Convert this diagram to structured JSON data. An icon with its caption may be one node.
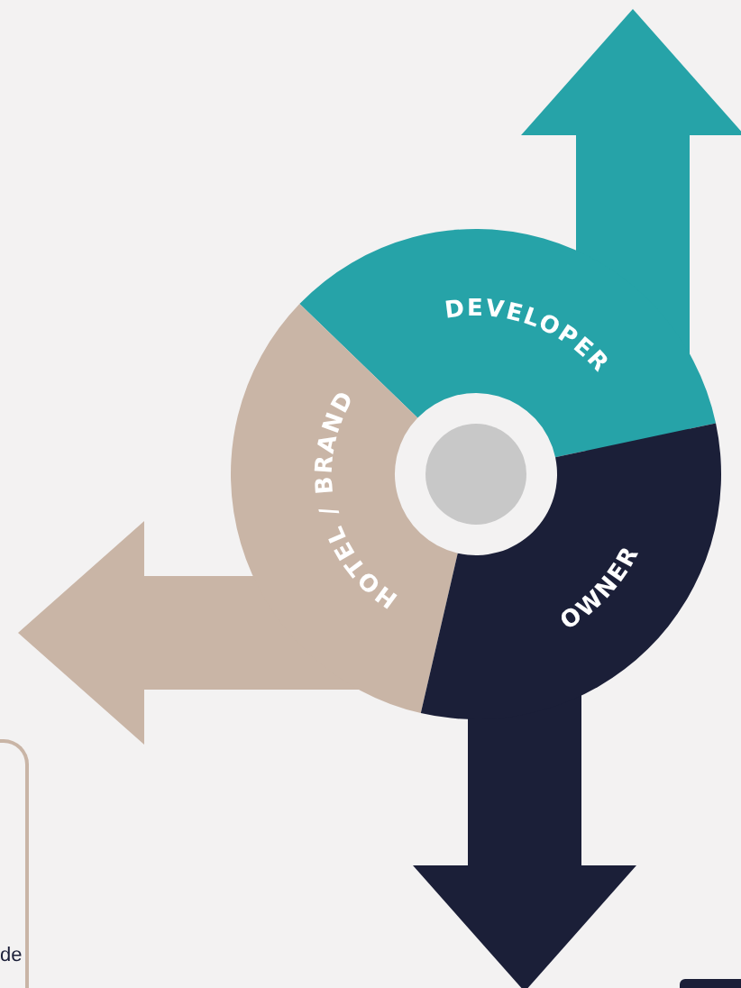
{
  "diagram": {
    "nodes": [
      {
        "text": [
          "DEVELOPER"
        ]
      },
      {
        "text": [
          "HOTEL / BRAND"
        ]
      },
      {
        "text": [
          "OWNER"
        ]
      },
      {
        "text": [
          "de"
        ]
      }
    ]
  }
}
